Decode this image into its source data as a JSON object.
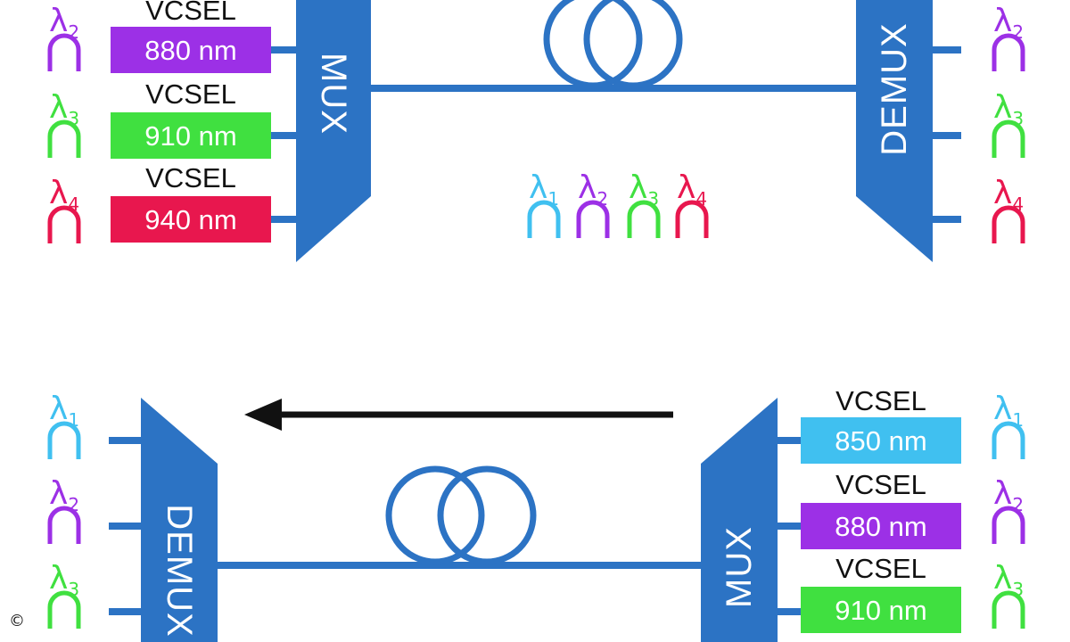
{
  "colors": {
    "blue": "#2c73c4",
    "cyan": "#40c0f0",
    "purple": "#9c30e6",
    "green": "#40e040",
    "red": "#e8174e",
    "arrow": "#111111"
  },
  "lambda_symbol": "λ",
  "channels": [
    {
      "sub": "1",
      "color": "#40c0f0",
      "vcsel": "VCSEL",
      "wavelength": "850 nm"
    },
    {
      "sub": "2",
      "color": "#9c30e6",
      "vcsel": "VCSEL",
      "wavelength": "880 nm"
    },
    {
      "sub": "3",
      "color": "#40e040",
      "vcsel": "VCSEL",
      "wavelength": "910 nm"
    },
    {
      "sub": "4",
      "color": "#e8174e",
      "vcsel": "VCSEL",
      "wavelength": "940 nm"
    }
  ],
  "mux_label": "MUX",
  "demux_label": "DEMUX",
  "copyright": "©"
}
